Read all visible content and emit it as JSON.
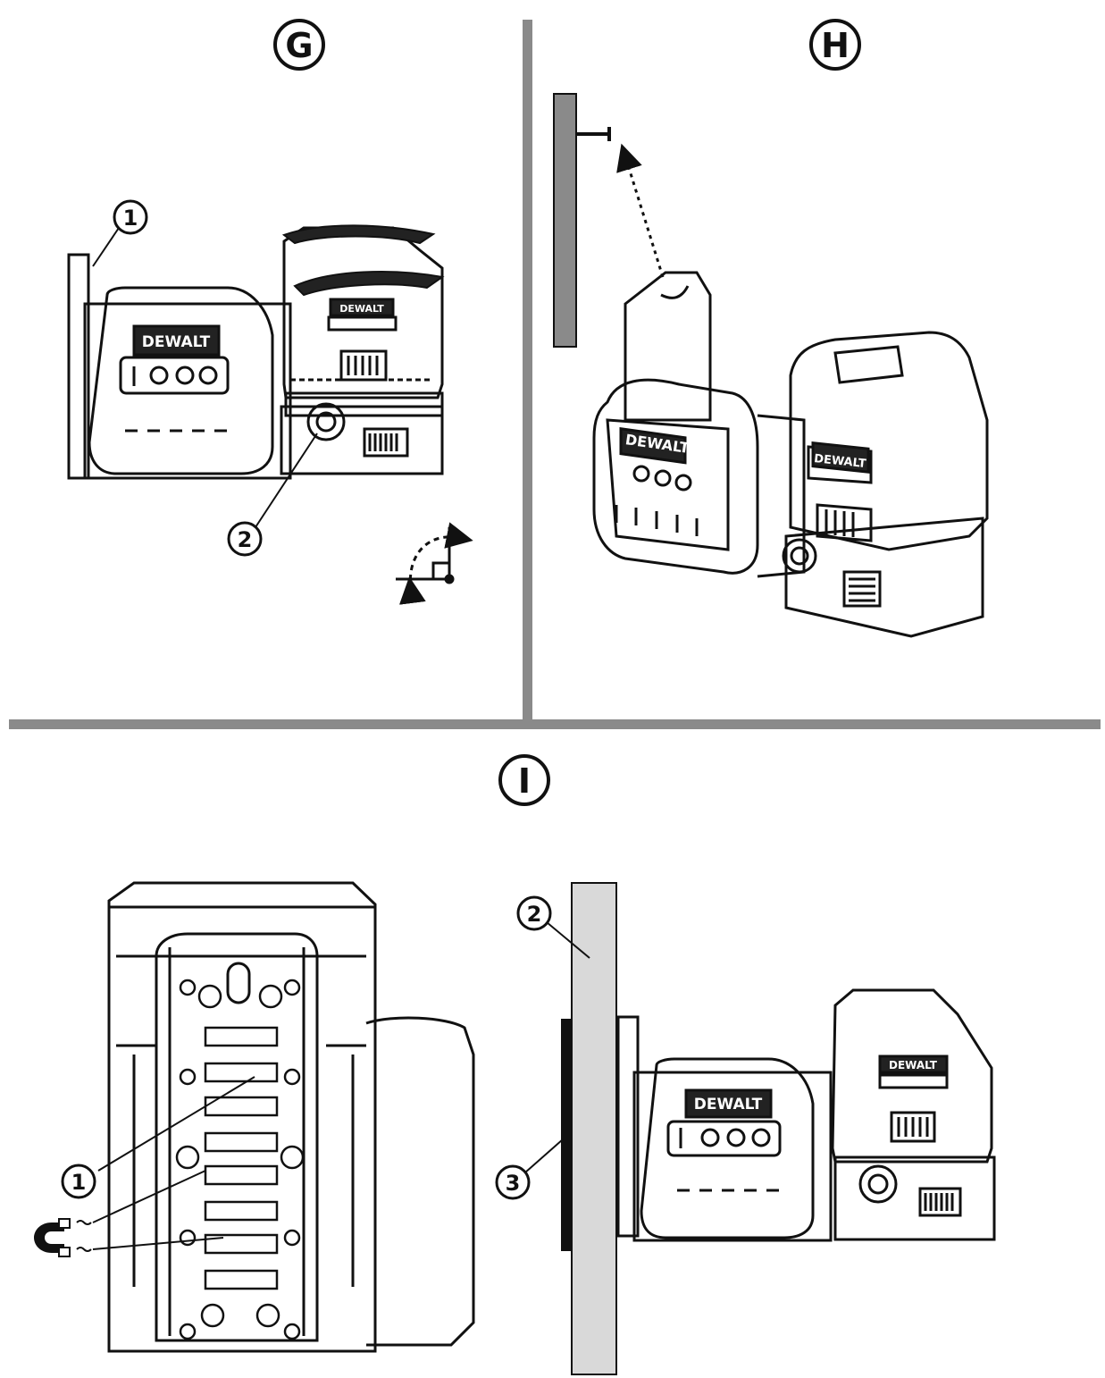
{
  "panels": {
    "g": {
      "letter": "G",
      "callouts": [
        "1",
        "2"
      ]
    },
    "h": {
      "letter": "H"
    },
    "i": {
      "letter": "I",
      "callouts": [
        "1",
        "2",
        "3"
      ]
    }
  },
  "brand": {
    "mount_logo": "DEWALT",
    "laser_logo": "DEWALT"
  },
  "colors": {
    "divider": "#8a8a8a",
    "line": "#111111",
    "surface": "#d9d9d9"
  }
}
